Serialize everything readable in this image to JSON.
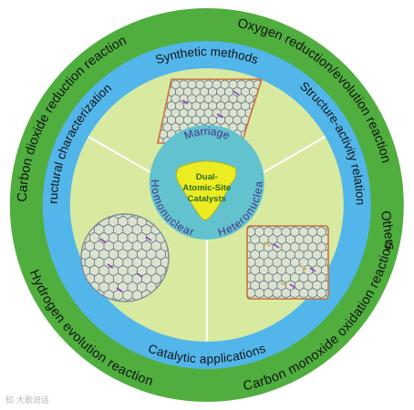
{
  "outer_ring": {
    "labels": [
      "Carbon dioxide reduction reaction",
      "Oxygen reduction/evolution reaction",
      "Others",
      "Carbon monoxide oxidation reaction",
      "Hydrogen evolution reaction"
    ]
  },
  "blue_ring": {
    "labels": [
      "Synthetic methods",
      "Structure-activity relationship",
      "Catalytic applications",
      "Structural characterization"
    ]
  },
  "inner_ring": {
    "labels": [
      "Marriage",
      "Heteronuclear",
      "Homonuclear"
    ]
  },
  "core": {
    "lines": [
      "Dual-",
      "Atomic-Site",
      "Catalysts"
    ]
  },
  "colors": {
    "outer_ring": "#4fae3e",
    "blue_ring": "#52b6ea",
    "sector_fill": "#d8eaa0",
    "inner_ring": "#62c2ce",
    "core_fill": "#ecec22",
    "divider": "#ffffff",
    "lattice": "#5c6f80",
    "lattice_border": "#c8713a",
    "dopant_a": "#8a35b8",
    "dopant_b": "#dda63a"
  },
  "watermark": "知 大歌说话"
}
